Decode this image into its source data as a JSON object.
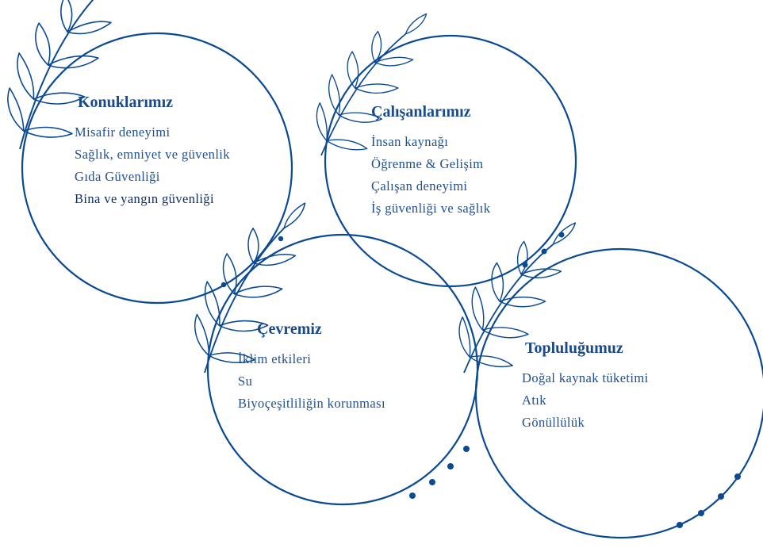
{
  "colors": {
    "stroke": "#0b4a92",
    "title": "#1a4a8c",
    "text": "#1f4f8f"
  },
  "groups": [
    {
      "title": "Konuklarımız",
      "items": [
        "Misafir deneyimi",
        "Sağlık, emniyet ve güvenlik",
        "Gıda Güvenliği",
        "Bina ve yangın güvenliği"
      ]
    },
    {
      "title": "Çalışanlarımız",
      "items": [
        "İnsan kaynağı",
        "Öğrenme & Gelişim",
        "Çalışan deneyimi",
        "İş güvenliği ve sağlık"
      ]
    },
    {
      "title": "Çevremiz",
      "items": [
        "İklim etkileri",
        "Su",
        "Biyoçeşitliliğin korunması"
      ]
    },
    {
      "title": "Topluluğumuz",
      "items": [
        "Doğal kaynak tüketimi",
        "Atık",
        "Gönüllülük"
      ]
    }
  ]
}
